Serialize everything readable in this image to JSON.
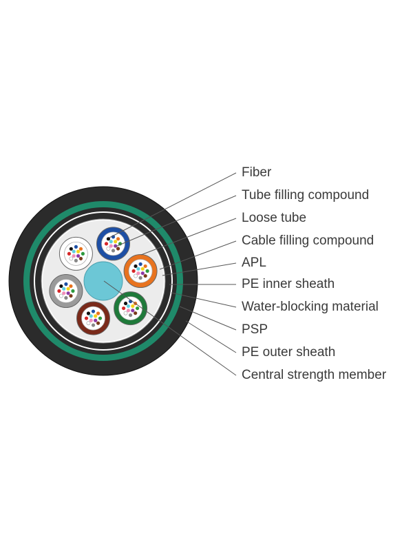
{
  "callouts": [
    {
      "id": "fiber",
      "label": "Fiber"
    },
    {
      "id": "tube-filling-compound",
      "label": "Tube filling compound"
    },
    {
      "id": "loose-tube",
      "label": "Loose tube"
    },
    {
      "id": "cable-filling-compound",
      "label": "Cable filling compound"
    },
    {
      "id": "apl",
      "label": "APL"
    },
    {
      "id": "pe-inner-sheath",
      "label": "PE inner sheath"
    },
    {
      "id": "water-blocking-material",
      "label": "Water-blocking material"
    },
    {
      "id": "psp",
      "label": "PSP"
    },
    {
      "id": "pe-outer-sheath",
      "label": "PE outer sheath"
    },
    {
      "id": "central-strength-member",
      "label": "Central strength member"
    }
  ],
  "colors": {
    "outer_sheath": "#2b2b2b",
    "psp": "#1f8a6a",
    "inner_sheath": "#2b2b2b",
    "cable_filling": "#ececec",
    "central_member": "#6cc7d6",
    "leader_line": "#555555",
    "label_text": "#3a3a3a",
    "tube_colors": [
      "#1d4fa5",
      "#e8731f",
      "#1f7a3a",
      "#7a2a1a",
      "#9a9a9a",
      "#ffffff"
    ],
    "fiber_colors": [
      "#1d4fa5",
      "#e8731f",
      "#2e9a3e",
      "#7a3b1c",
      "#888888",
      "#ffffff",
      "#d62728",
      "#111111",
      "#f2d21b",
      "#8e3aa5",
      "#f08fb8",
      "#5fd0e0"
    ]
  }
}
